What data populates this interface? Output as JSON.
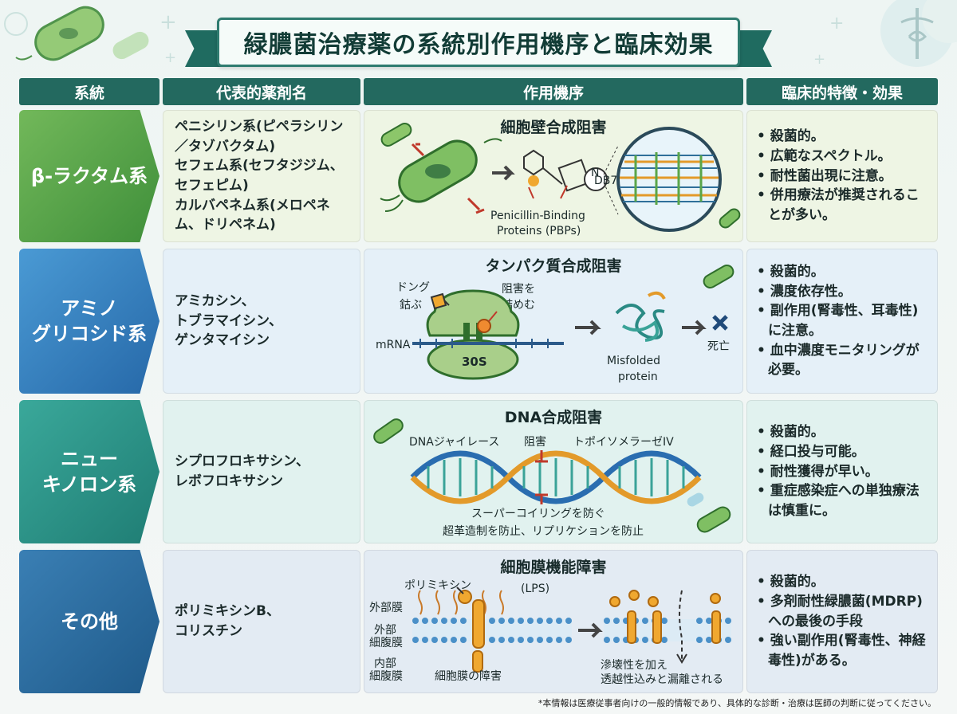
{
  "title": "緑膿菌治療薬の系統別作用機序と臨床効果",
  "headers": {
    "system": "系統",
    "drugs": "代表的薬剤名",
    "mechanism": "作用機序",
    "clinical": "臨床的特徴・効果"
  },
  "rows": [
    {
      "system": "β-ラクタム系",
      "drugs": [
        "ペニシリン系(ピペラシリン／タゾバクタム)",
        "セフェム系(セフタジジム、セフェピム)",
        "カルバペネム系(メロペネム、ドリペネム)"
      ],
      "mechanism": {
        "title": "細胞壁合成阻害",
        "labels": [
          "Penicillin-Binding",
          "Proteins (PBPs)",
          "N",
          "DB7"
        ]
      },
      "clinical": [
        "殺菌的。",
        "広範なスペクトル。",
        "耐性菌出現に注意。",
        "併用療法が推奨されることが多い。"
      ]
    },
    {
      "system": "アミノ\nグリコシド系",
      "drugs": [
        "アミカシン、",
        "トブラマイシン、",
        "ゲンタマイシン"
      ],
      "mechanism": {
        "title": "タンパク質合成阻害",
        "labels": [
          "ドング",
          "鈷ぶ",
          "阻害を",
          "詰めむ",
          "mRNA",
          "30S",
          "Misfolded",
          "protein",
          "死亡"
        ]
      },
      "clinical": [
        "殺菌的。",
        "濃度依存性。",
        "副作用(腎毒性、耳毒性)に注意。",
        "血中濃度モニタリングが必要。"
      ]
    },
    {
      "system": "ニュー\nキノロン系",
      "drugs": [
        "シプロフロキサシン、",
        "レボフロキサシン"
      ],
      "mechanism": {
        "title": "DNA合成阻害",
        "labels": [
          "DNAジャイレース",
          "阻害",
          "トポイソメラーゼIV",
          "スーパーコイリングを防ぐ",
          "超革造制を防止、リプリケションを防止"
        ]
      },
      "clinical": [
        "殺菌的。",
        "経口投与可能。",
        "耐性獲得が早い。",
        "重症感染症への単独療法は慎重に。"
      ]
    },
    {
      "system": "その他",
      "drugs": [
        "ポリミキシンB、",
        "コリスチン"
      ],
      "mechanism": {
        "title": "細胞膜機能障害",
        "labels": [
          "ポリミキシン",
          "(LPS)",
          "外部膜",
          "外部",
          "細腹膜",
          "内部",
          "細腹膜",
          "細胞膜の障害",
          "滲壊性を加え",
          "透越性込みと漏離される"
        ]
      },
      "clinical": [
        "殺菌的。",
        "多剤耐性緑膿菌(MDRP)への最後の手段",
        "強い副作用(腎毒性、神経毒性)がある。"
      ]
    }
  ],
  "colors": {
    "row1_sys": "#5aa64a",
    "row2_sys": "#2f7fbf",
    "row3_sys": "#2a9a8c",
    "row4_sys": "#2c6c9c",
    "header": "#23695f"
  },
  "footer": "*本情報は医療従事者向けの一般的情報であり、具体的な診断・治療は医師の判断に従ってください。"
}
